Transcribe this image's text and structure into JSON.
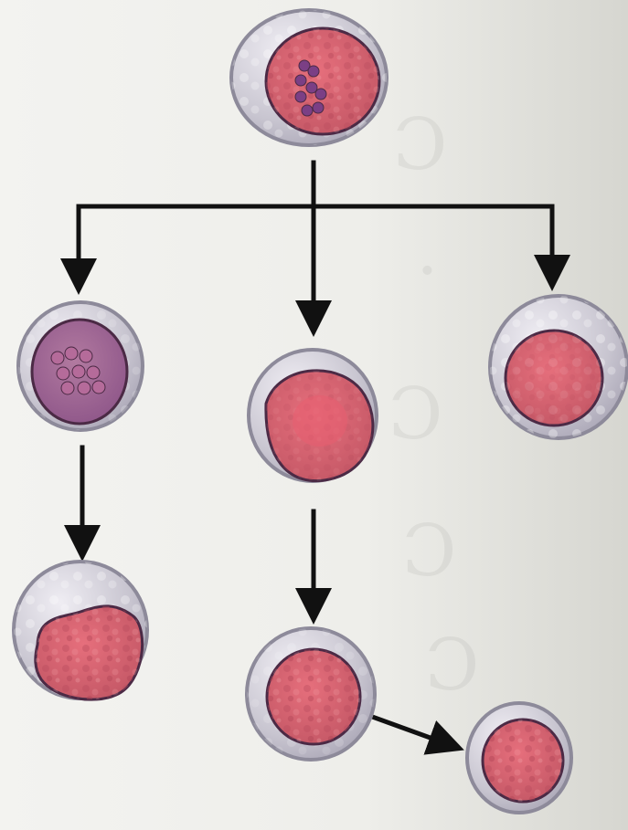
{
  "diagram": {
    "type": "cell-differentiation-tree",
    "colors": {
      "paper": "#f0f0ec",
      "paper_shadow": "#d9d9d3",
      "cytoplasm": "#c9c6d0",
      "cytoplasm_edge": "#8d8a9a",
      "nucleus_violet": "#8e5a86",
      "nucleus_red": "#c85f6c",
      "nucleus_edge": "#4b2a45",
      "arrow": "#111111"
    },
    "cells": [
      {
        "id": "stem-cell",
        "nucleus": "violet-red"
      },
      {
        "id": "left-cell-1",
        "nucleus": "violet"
      },
      {
        "id": "left-cell-2",
        "nucleus": "red-granular"
      },
      {
        "id": "middle-cell-1",
        "nucleus": "red-diffuse"
      },
      {
        "id": "middle-cell-2",
        "nucleus": "red-granular"
      },
      {
        "id": "right-cell-1",
        "nucleus": "red-diffuse"
      },
      {
        "id": "final-cell",
        "nucleus": "red-granular"
      }
    ],
    "arrows": [
      {
        "from": "stem-cell",
        "to": "left-cell-1"
      },
      {
        "from": "stem-cell",
        "to": "middle-cell-1"
      },
      {
        "from": "stem-cell",
        "to": "right-cell-1"
      },
      {
        "from": "left-cell-1",
        "to": "left-cell-2"
      },
      {
        "from": "middle-cell-1",
        "to": "middle-cell-2"
      },
      {
        "from": "middle-cell-2",
        "to": "final-cell"
      }
    ]
  }
}
